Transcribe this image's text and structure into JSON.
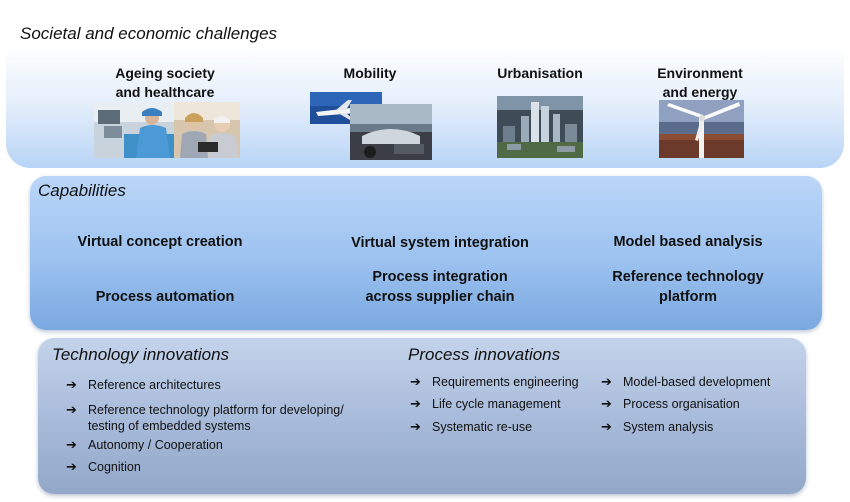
{
  "challenges": {
    "title": "Societal and economic challenges",
    "items": [
      {
        "line1": "Ageing society",
        "line2": "and healthcare"
      },
      {
        "line1": "Mobility",
        "line2": ""
      },
      {
        "line1": "Urbanisation",
        "line2": ""
      },
      {
        "line1": "Environment",
        "line2": "and energy"
      }
    ]
  },
  "capabilities": {
    "title": "Capabilities",
    "items": [
      {
        "line1": "Virtual concept creation",
        "line2": ""
      },
      {
        "line1": "Virtual system integration",
        "line2": ""
      },
      {
        "line1": "Model based analysis",
        "line2": ""
      },
      {
        "line1": "Process automation",
        "line2": ""
      },
      {
        "line1": "Process integration",
        "line2": "across supplier chain"
      },
      {
        "line1": "Reference technology",
        "line2": "platform"
      }
    ]
  },
  "technology_innovations": {
    "title": "Technology innovations",
    "items": [
      {
        "line1": "Reference architectures",
        "line2": ""
      },
      {
        "line1": "Reference technology platform for developing/",
        "line2": "testing of embedded systems"
      },
      {
        "line1": "Autonomy / Cooperation",
        "line2": ""
      },
      {
        "line1": "Cognition",
        "line2": ""
      }
    ]
  },
  "process_innovations": {
    "title": "Process innovations",
    "col1": [
      "Requirements engineering",
      "Life cycle management",
      "Systematic re-use"
    ],
    "col2": [
      "Model-based development",
      "Process organisation",
      "System analysis"
    ]
  },
  "arrow_glyph": "➔",
  "colors": {
    "challenges_panel": "#b8d4f6",
    "capabilities_panel": "#9cc2ef",
    "innovations_panel": "#a9bcdb"
  }
}
